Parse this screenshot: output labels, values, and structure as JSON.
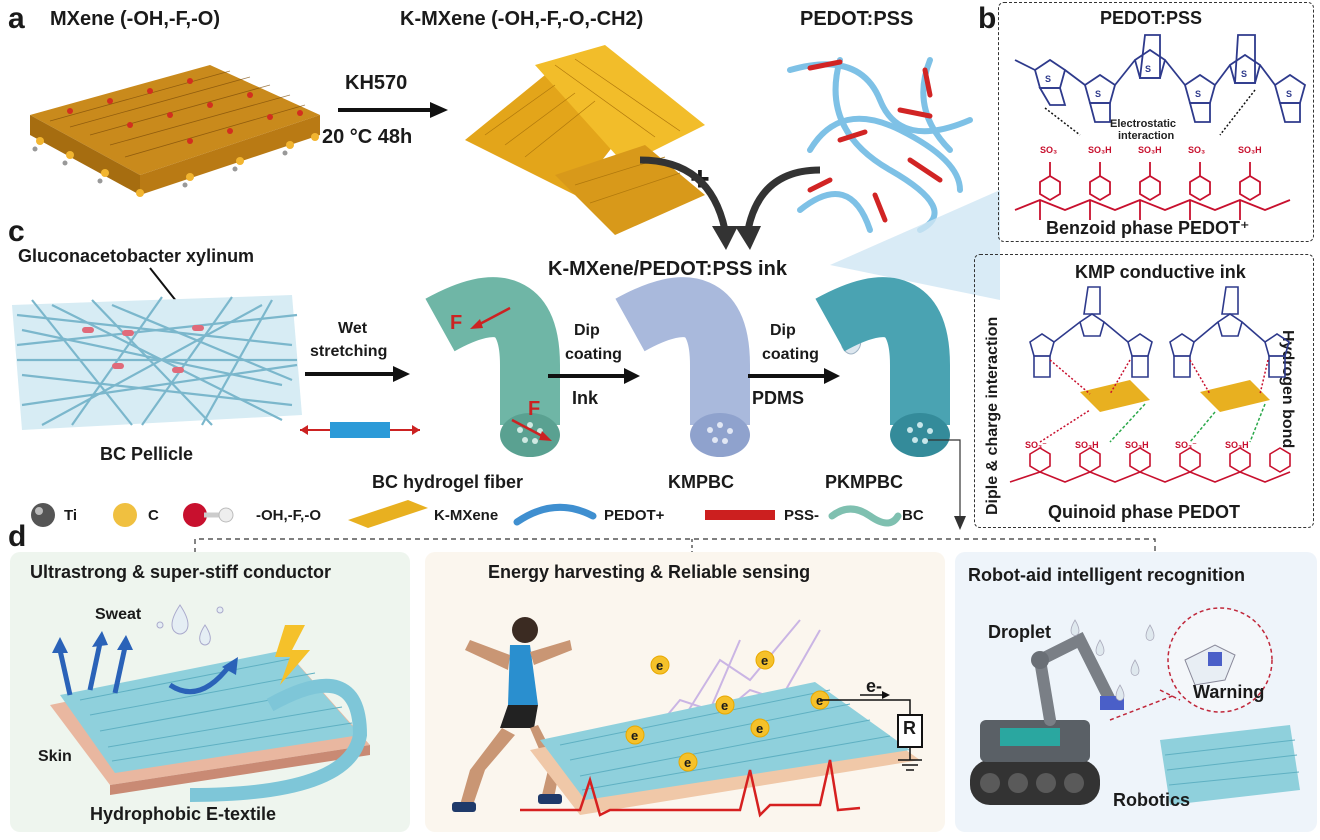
{
  "panels": {
    "a": "a",
    "b": "b",
    "c": "c",
    "d": "d"
  },
  "a": {
    "mxene_title": "MXene (-OH,-F,-O)",
    "kmxene_title": "K-MXene (-OH,-F,-O,-CH2)",
    "pedot_title": "PEDOT:PSS",
    "reagent": "KH570",
    "condition": "20 °C 48h",
    "plus": "+",
    "ink_label": "K-MXene/PEDOT:PSS ink"
  },
  "b": {
    "title": "PEDOT:PSS",
    "electrostatic": "Electrostatic",
    "interaction": "interaction",
    "caption": "Benzoid phase PEDOT⁺",
    "so3": "SO₃",
    "so3h": "SO₃H"
  },
  "kmp": {
    "title": "KMP conductive ink",
    "left_vertical": "Diple & charge interaction",
    "right_vertical": "Hydrogen bond",
    "caption": "Quinoid phase PEDOT",
    "so3": "SO₃⁻",
    "so3h": "SO₃H"
  },
  "c": {
    "organism": "Gluconacetobacter xylinum",
    "pellicle": "BC Pellicle",
    "wet": "Wet",
    "stretching": "stretching",
    "force": "F",
    "dip1a": "Dip",
    "dip1b": "coating",
    "ink": "Ink",
    "dip2a": "Dip",
    "dip2b": "coating",
    "pdms": "PDMS",
    "fiber1": "BC hydrogel fiber",
    "fiber2": "KMPBC",
    "fiber3": "PKMPBC"
  },
  "legend": [
    {
      "label": "Ti"
    },
    {
      "label": "C"
    },
    {
      "label": "-OH,-F,-O"
    },
    {
      "label": "K-MXene"
    },
    {
      "label": "PEDOT+"
    },
    {
      "label": "PSS-"
    },
    {
      "label": "BC"
    }
  ],
  "d": {
    "p1_title": "Ultrastrong & super-stiff conductor",
    "p1_sweat": "Sweat",
    "p1_skin": "Skin",
    "p1_caption": "Hydrophobic E-textile",
    "p2_title": "Energy harvesting & Reliable sensing",
    "p2_e": "e",
    "p2_eminus": "e-",
    "p2_r": "R",
    "p3_title": "Robot-aid intelligent recognition",
    "p3_droplet": "Droplet",
    "p3_warning": "Warning",
    "p3_robotics": "Robotics"
  },
  "colors": {
    "mxene_gold": "#e8b020",
    "pedot_blue": "#3f8fd0",
    "pss_red": "#cc1f1f",
    "bc_teal": "#7fc0b0",
    "chem_blue": "#2e3a8c",
    "chem_red": "#c8102e",
    "panel1_bg": "#eef5ee",
    "panel2_bg": "#fbf6ee",
    "panel3_bg": "#eef4fa"
  }
}
